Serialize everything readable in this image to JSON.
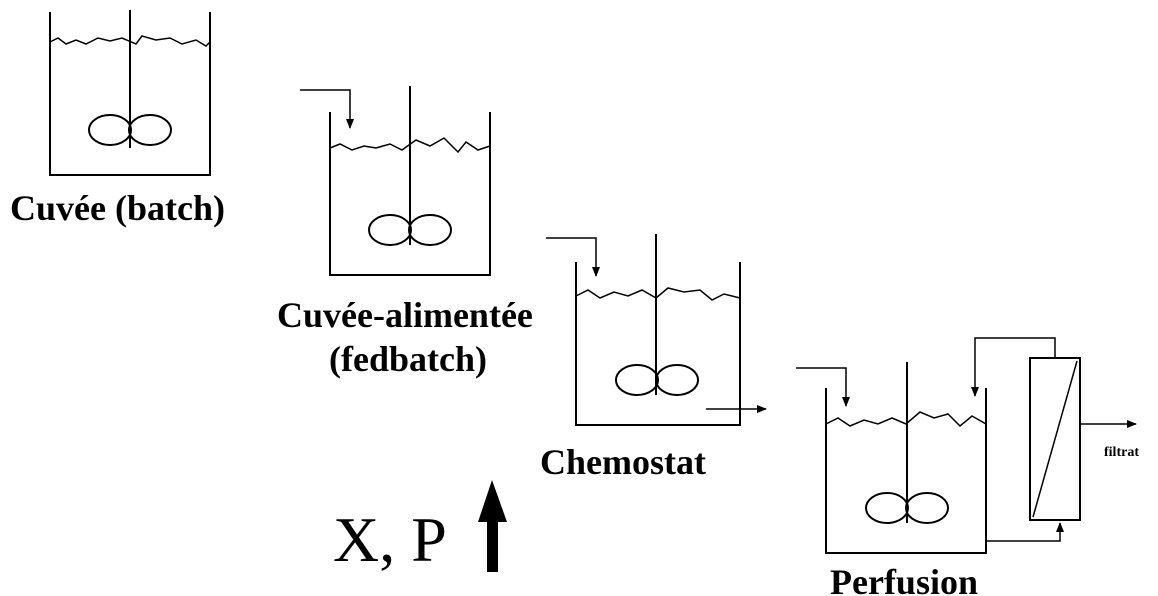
{
  "labels": {
    "batch": "Cuvée (batch)",
    "fedbatch_line1": "Cuvée-alimentée",
    "fedbatch_line2": "(fedbatch)",
    "chemostat": "Chemostat",
    "perfusion": "Perfusion",
    "filtrat": "filtrat",
    "xp": "X, P"
  },
  "colors": {
    "line": "#000000",
    "background": "#ffffff"
  },
  "icons": {
    "increase": "up-arrow-icon"
  }
}
